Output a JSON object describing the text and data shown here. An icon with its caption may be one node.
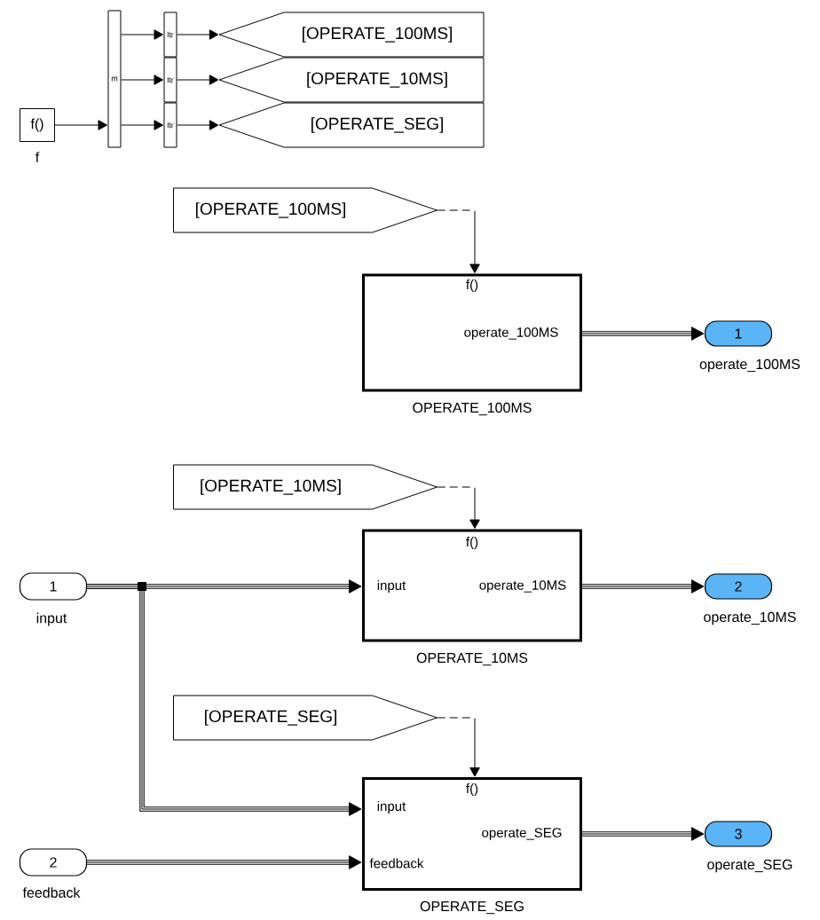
{
  "diagram": {
    "nodes": [
      {
        "text": [
          "f()"
        ],
        "beside": [
          "f"
        ]
      },
      {
        "text": [
          "m"
        ]
      },
      {
        "text": [
          "ltr"
        ]
      },
      {
        "text": [
          "ltr"
        ]
      },
      {
        "text": [
          "ltr"
        ]
      },
      {
        "text": [
          "[OPERATE_100MS]"
        ]
      },
      {
        "text": [
          "[OPERATE_10MS]"
        ]
      },
      {
        "text": [
          "[OPERATE_SEG]"
        ]
      },
      {
        "text": [
          "[OPERATE_100MS]"
        ]
      },
      {
        "text": [
          "f()",
          "operate_100MS"
        ],
        "beside": [
          "OPERATE_100MS"
        ]
      },
      {
        "text": [
          "1"
        ],
        "beside": [
          "operate_100MS"
        ]
      },
      {
        "text": [
          "[OPERATE_10MS]"
        ]
      },
      {
        "text": [
          "1"
        ],
        "beside": [
          "input"
        ]
      },
      {
        "text": [
          "f()",
          "input",
          "operate_10MS"
        ],
        "beside": [
          "OPERATE_10MS"
        ]
      },
      {
        "text": [
          "2"
        ],
        "beside": [
          "operate_10MS"
        ]
      },
      {
        "text": [
          "[OPERATE_SEG]"
        ]
      },
      {
        "text": [
          "2"
        ],
        "beside": [
          "feedback"
        ]
      },
      {
        "text": [
          "f()",
          "input",
          "feedback",
          "operate_SEG"
        ],
        "beside": [
          "OPERATE_SEG"
        ]
      },
      {
        "text": [
          "3"
        ],
        "beside": [
          "operate_SEG"
        ]
      }
    ],
    "edges": [
      {
        "from": 0,
        "to": 1,
        "arrow": "to"
      },
      {
        "from": 1,
        "to": 2,
        "arrow": "to"
      },
      {
        "from": 1,
        "to": 3,
        "arrow": "to"
      },
      {
        "from": 1,
        "to": 4,
        "arrow": "to"
      },
      {
        "from": 2,
        "to": 5,
        "arrow": "to"
      },
      {
        "from": 3,
        "to": 6,
        "arrow": "to"
      },
      {
        "from": 4,
        "to": 7,
        "arrow": "to"
      },
      {
        "from": 8,
        "to": 9,
        "arrow": "to",
        "style": "dashed"
      },
      {
        "from": 9,
        "to": 10,
        "arrow": "to",
        "style": "thick"
      },
      {
        "from": 11,
        "to": 13,
        "arrow": "to",
        "style": "dashed"
      },
      {
        "from": 12,
        "to": 13,
        "arrow": "to",
        "style": "thick"
      },
      {
        "from": 12,
        "to": 17,
        "arrow": "to",
        "style": "thick"
      },
      {
        "from": 13,
        "to": 14,
        "arrow": "to",
        "style": "thick"
      },
      {
        "from": 15,
        "to": 17,
        "arrow": "to",
        "style": "dashed"
      },
      {
        "from": 16,
        "to": 17,
        "arrow": "to",
        "style": "thick"
      },
      {
        "from": 17,
        "to": 18,
        "arrow": "to",
        "style": "thick"
      }
    ]
  }
}
